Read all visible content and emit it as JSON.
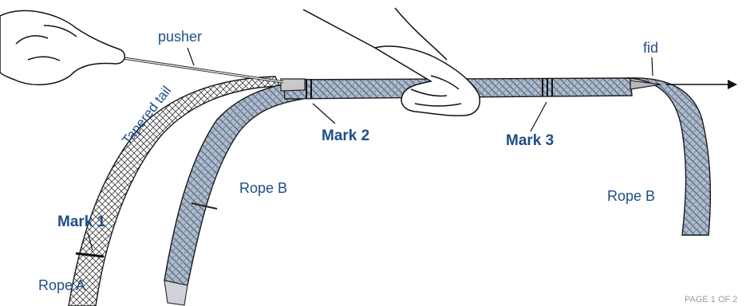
{
  "labels": {
    "pusher": "pusher",
    "fid": "fid",
    "tapered_tail": "Tapered tail",
    "mark1": "Mark 1",
    "mark2": "Mark 2",
    "mark3": "Mark 3",
    "rope_a": "Rope A",
    "rope_b_left": "Rope B",
    "rope_b_right": "Rope B",
    "page_footer": "PAGE 1 OF 2"
  },
  "colors": {
    "label_blue": "#1f4e87",
    "rope_b_fill": "#aebccd",
    "rope_b_strand": "#55657a",
    "rope_a_strand": "#3a3a3a",
    "outline": "#1a1a1a"
  },
  "icons": [
    "left-hand-icon",
    "right-hand-icon",
    "pusher-tool-icon",
    "fid-tool-icon",
    "arrow-right-icon"
  ]
}
